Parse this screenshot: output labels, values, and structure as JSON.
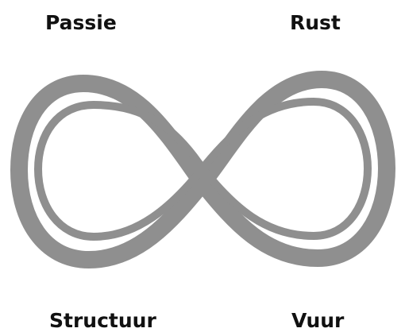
{
  "labels": {
    "top_left": "Passie",
    "top_right": "Rust",
    "bottom_left": "Structuur",
    "bottom_right": "Vuur"
  },
  "colors": {
    "band": "#8f8f8f",
    "text": "#111111",
    "background": "#ffffff"
  },
  "icon": "infinity-symbol"
}
